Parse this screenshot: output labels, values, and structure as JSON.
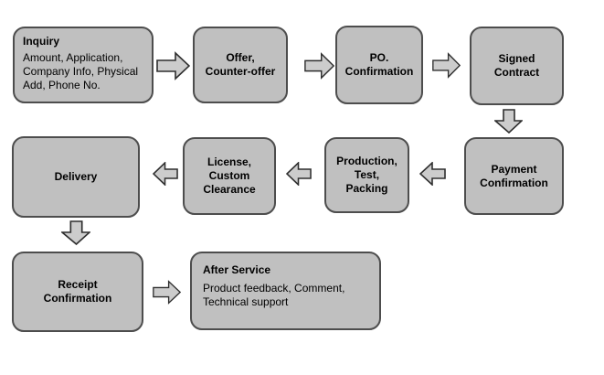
{
  "diagram": {
    "colors": {
      "background": "#ffffff",
      "box_fill": "#c0c0c0",
      "box_border": "#4d4d4d",
      "arrow_fill": "#cccccc",
      "arrow_border": "#2e2e2e",
      "text": "#000000"
    },
    "nodes": {
      "inquiry": {
        "title": "Inquiry",
        "details": "Amount, Application,\nCompany Info, Physical\nAdd, Phone No."
      },
      "offer": {
        "label": "Offer,\nCounter-offer"
      },
      "po_confirmation": {
        "label": "PO.\nConfirmation"
      },
      "signed_contract": {
        "label": "Signed\nContract"
      },
      "payment_confirmation": {
        "label": "Payment\nConfirmation"
      },
      "production_test_packing": {
        "label": "Production,\nTest,\nPacking"
      },
      "license_custom_clearance": {
        "label": "License,\nCustom\nClearance"
      },
      "delivery": {
        "label": "Delivery"
      },
      "receipt_confirmation": {
        "label": "Receipt\nConfirmation"
      },
      "after_service": {
        "title": "After Service",
        "details": "Product feedback, Comment,\nTechnical support"
      }
    }
  }
}
